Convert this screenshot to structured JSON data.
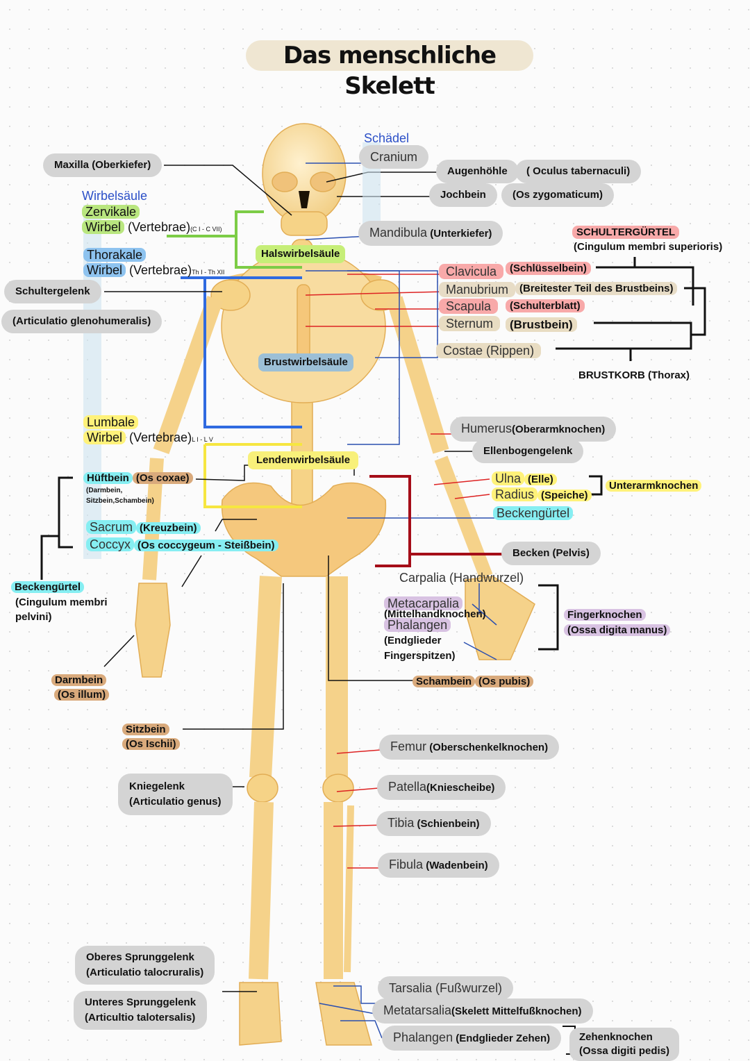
{
  "title": "Das menschliche Skelett",
  "skull": {
    "heading": "Schädel",
    "cranium": "Cranium",
    "maxilla": "Maxilla (Oberkiefer)",
    "augenhoehle": "Augenhöhle",
    "oculus": "( Oculus tabernaculi)",
    "jochbein": "Jochbein",
    "os_zygomaticum": "(Os zygomaticum)",
    "mandibula": "Mandibula",
    "unterkiefer": "(Unterkiefer)"
  },
  "spine": {
    "heading": "Wirbelsäule",
    "zervikale": "Zervikale",
    "wirbel": "Wirbel",
    "vertebrae": " (Vertebrae)",
    "sub_c": "(C I - C VII)",
    "thorakale": "Thorakale",
    "sub_th": "Th I - Th XII",
    "lumbale": "Lumbale",
    "sub_l": "L I - L V",
    "halswirbelsaeule": "Halswirbelsäule",
    "brustwirbelsaeule": "Brustwirbelsäule",
    "lendenwirbelsaeule": "Lendenwirbelsäule"
  },
  "shoulder": {
    "schultergelenk": "Schultergelenk",
    "articulatio": "(Articulatio glenohumeralis)",
    "heading": "SCHULTERGÜRTEL",
    "latin": "(Cingulum membri superioris)",
    "clavicula": "Clavicula",
    "schluesselbein": "(Schlüsselbein)",
    "manubrium": "Manubrium",
    "breitester": "(Breitester Teil des Brustbeins)",
    "scapula": "Scapula",
    "schulterblatt": "(Schulterblatt)",
    "sternum": "Sternum",
    "brustbein": "(Brustbein)",
    "costae": "Costae (Rippen)",
    "brustkorb": "BRUSTKORB (Thorax)"
  },
  "arm": {
    "humerus": "Humerus",
    "oberarmknochen": "(Oberarmknochen)",
    "ellenbogengelenk": "Ellenbogengelenk",
    "ulna": "Ulna",
    "elle": "(Elle)",
    "radius": "Radius",
    "speiche": "(Speiche)",
    "unterarmknochen": "Unterarmknochen"
  },
  "hand": {
    "carpalia": "Carpalia (Handwurzel)",
    "metacarpalia": "Metacarpalia",
    "mittelhand": "(Mittelhandknochen)",
    "phalangen": "Phalangen",
    "endglieder": "(Endglieder",
    "fingerspitzen": "Fingerspitzen)",
    "fingerknochen": "Fingerknochen",
    "ossa_digita_manus": "(Ossa digita manus)"
  },
  "pelvis": {
    "hueftbein": "Hüftbein",
    "os_coxae": "(Os coxae)",
    "hueft_sub1": "(Darmbein,",
    "hueft_sub2": "Sitzbein,Schambein)",
    "sacrum": "Sacrum",
    "kreuzbein": "(Kreuzbein)",
    "coccyx": "Coccyx",
    "os_coccygeum": "(Os coccygeum - Steißbein)",
    "beckenguertel_left": "Beckengürtel",
    "cingulum1": "(Cingulum membri",
    "cingulum2": "pelvini)",
    "beckenguertel_right": "Beckengürtel",
    "becken": "Becken (Pelvis)",
    "darmbein": "Darmbein",
    "os_illum": "(Os illum)",
    "sitzbein": "Sitzbein",
    "os_ischii": "(Os Ischii)",
    "schambein": "Schambein",
    "os_pubis": "(Os pubis)"
  },
  "leg": {
    "kniegelenk": "Kniegelenk",
    "articulatio_genus": "(Articulatio genus)",
    "femur": "Femur",
    "oberschenkel": "(Oberschenkelknochen)",
    "patella": "Patella",
    "kniescheibe": "(Kniescheibe)",
    "tibia": "Tibia",
    "schienbein": "(Schienbein)",
    "fibula": "Fibula",
    "wadenbein": "(Wadenbein)"
  },
  "foot": {
    "oberes": "Oberes Sprunggelenk",
    "talocruralis": "(Articulatio talocruralis)",
    "unteres": "Unteres Sprunggelenk",
    "talotersalis": "(Articultio talotersalis)",
    "tarsalia": "Tarsalia (Fußwurzel)",
    "metatarsalia": "Metatarsalia",
    "mittelfuss": "(Skelett Mittelfußknochen)",
    "phalangen": "Phalangen",
    "endglieder_zehen": "(Endglieder Zehen)",
    "zehenknochen": "Zehenknochen",
    "ossa_digiti_pedis": "(Ossa digiti pedis)"
  },
  "colors": {
    "bone": "#f6d387",
    "bone_dark": "#eebb5e",
    "leader": "#2a4fb0",
    "pointer": "#d22",
    "brace": "#111",
    "pelvis_brace": "#a50d18"
  }
}
